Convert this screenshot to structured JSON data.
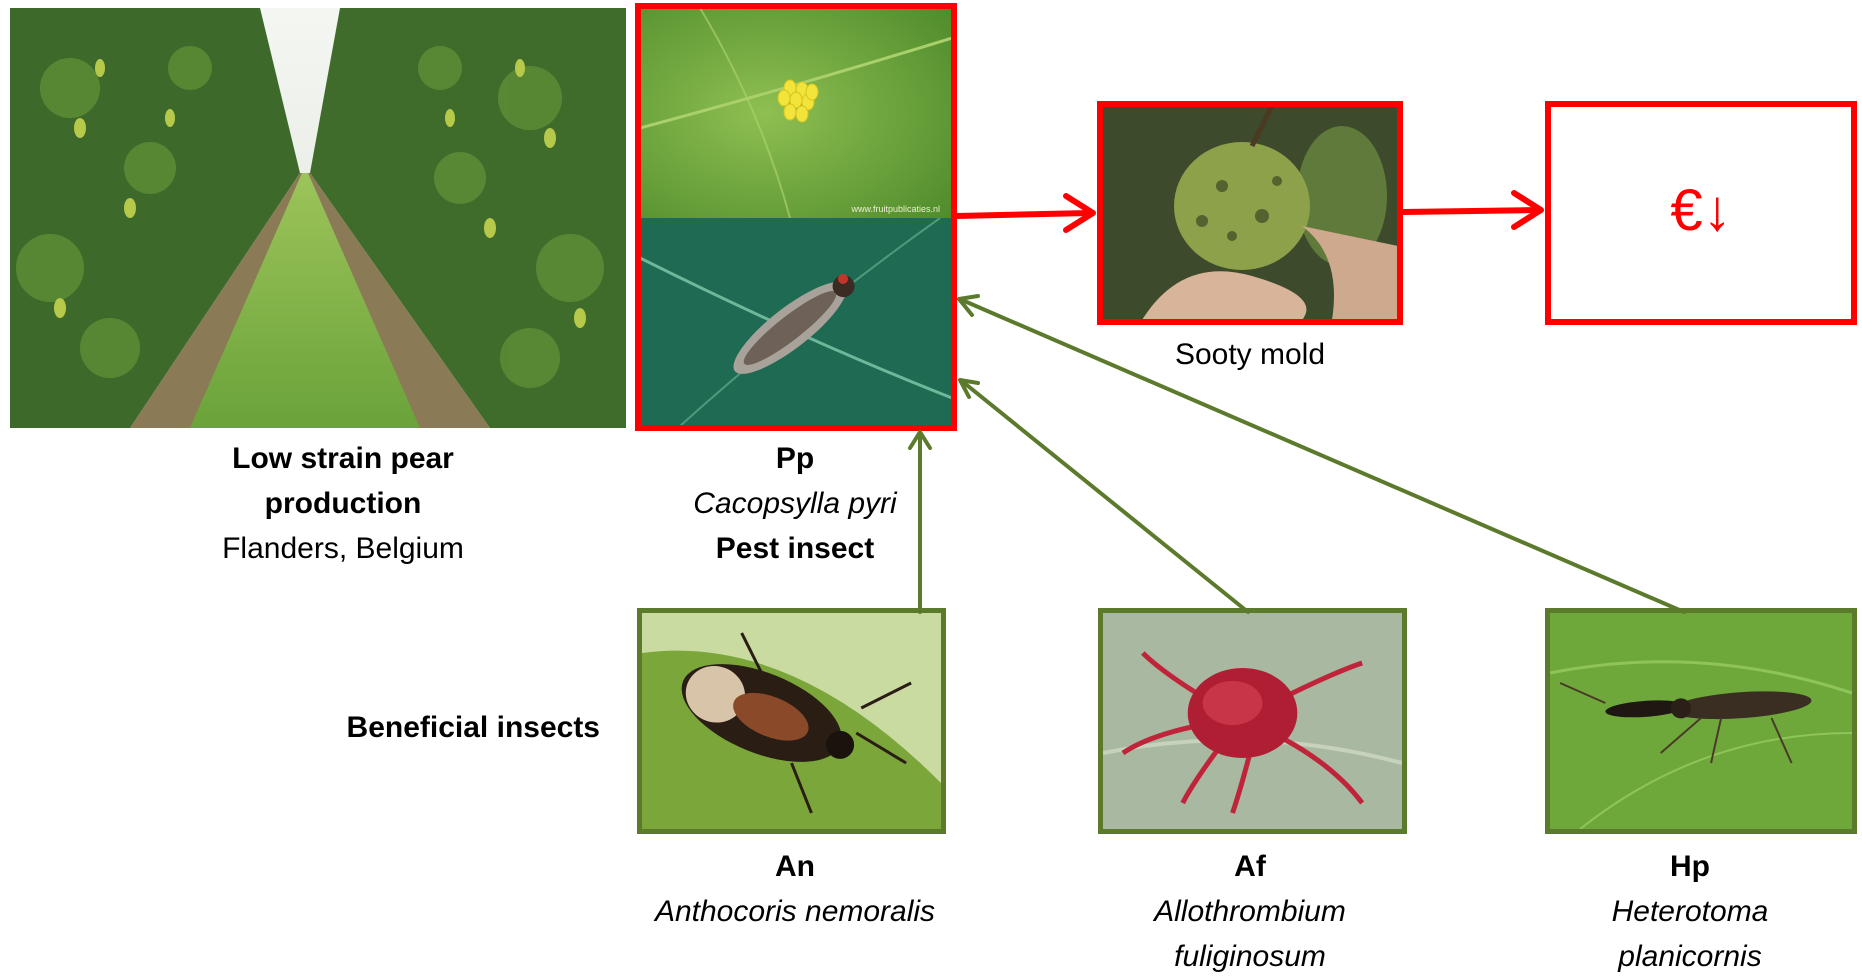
{
  "orchard": {
    "line1": "Low strain pear",
    "line2": "production",
    "line3": "Flanders, Belgium"
  },
  "pest": {
    "abbr": "Pp",
    "species": "Cacopsylla pyri",
    "role": "Pest insect",
    "watermark": "www.fruitpublicaties.nl"
  },
  "mold": {
    "label": "Sooty mold"
  },
  "economic": {
    "symbol": "€↓"
  },
  "beneficial": {
    "heading": "Beneficial insects",
    "items": [
      {
        "abbr": "An",
        "species": [
          "Anthocoris nemoralis"
        ]
      },
      {
        "abbr": "Af",
        "species": [
          "Allothrombium",
          "fuliginosum"
        ]
      },
      {
        "abbr": "Hp",
        "species": [
          "Heterotoma",
          "planicornis"
        ]
      }
    ]
  },
  "colors": {
    "impact": "#ff0000",
    "predation": "#5c7a2c"
  }
}
